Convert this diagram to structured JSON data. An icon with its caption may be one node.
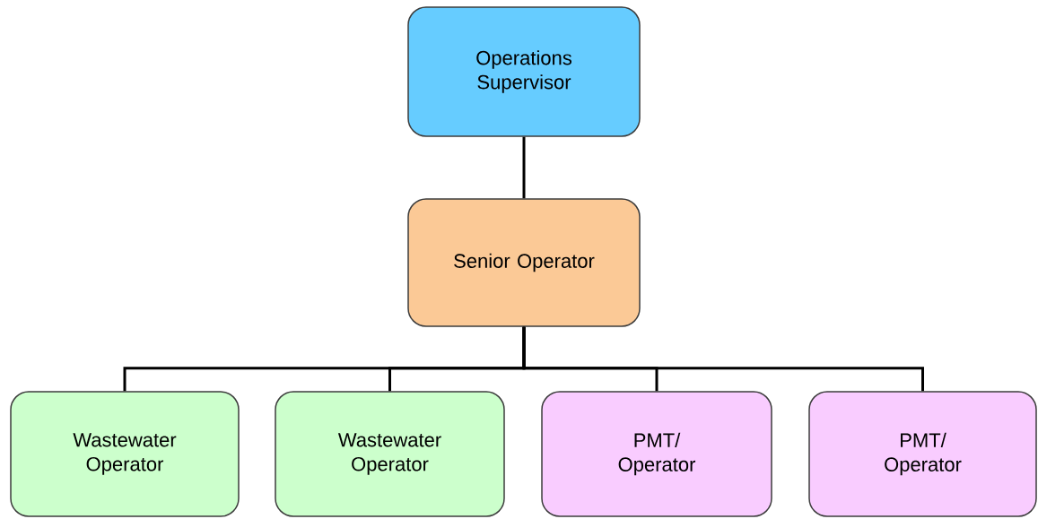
{
  "diagram": {
    "nodes": [
      {
        "text": [
          "Operations Supervisor"
        ]
      },
      {
        "text": [
          "Senior Operator"
        ]
      },
      {
        "text": [
          "Wastewater Operator"
        ]
      },
      {
        "text": [
          "Wastewater Operator"
        ]
      },
      {
        "text": [
          "PMT/ Operator"
        ]
      },
      {
        "text": [
          "PMT/ Operator"
        ]
      }
    ],
    "edges": [
      {
        "from": 0,
        "to": 1,
        "arrow": "none"
      },
      {
        "from": 1,
        "to": 2,
        "arrow": "none"
      },
      {
        "from": 1,
        "to": 3,
        "arrow": "none"
      },
      {
        "from": 1,
        "to": 4,
        "arrow": "none"
      },
      {
        "from": 1,
        "to": 5,
        "arrow": "none"
      }
    ]
  }
}
